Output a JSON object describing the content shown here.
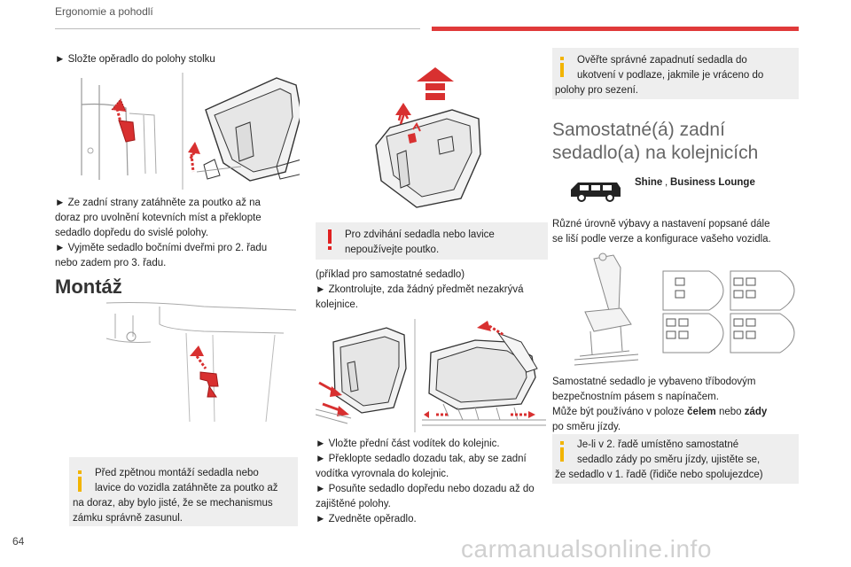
{
  "header": {
    "title": "Ergonomie a pohodlí",
    "accent_color": "#e03a3a"
  },
  "page_number": "64",
  "col1": {
    "step_fold": "► Složte opěradlo do polohy stolku",
    "step_pull_1": "► Ze zadní strany zatáhněte za poutko až na",
    "step_pull_2": "doraz pro uvolnění kotevních míst a překlopte",
    "step_pull_3": "sedadlo dopředu do svislé polohy.",
    "step_remove_1": "► Vyjměte sedadlo bočními dveřmi pro 2. řadu",
    "step_remove_2": "nebo zadem pro 3. řadu.",
    "heading_montaz": "Montáž",
    "note_1": "Před zpětnou montáží sedadla nebo",
    "note_2": "lavice do vozidla zatáhněte za poutko až",
    "note_3": "na doraz, aby bylo jisté, že se mechanismus",
    "note_4": "zámku správně zasunul."
  },
  "col2": {
    "warning_1": "Pro zdvihání sedadla nebo lavice",
    "warning_2": "nepoužívejte poutko.",
    "example": "(příklad pro samostatné sedadlo)",
    "check_1": "► Zkontrolujte, zda žádný předmět nezakrývá",
    "check_2": "kolejnice.",
    "install_1": "► Vložte přední část vodítek do kolejnic.",
    "install_2": "► Překlopte sedadlo dozadu tak, aby se zadní",
    "install_3": "vodítka vyrovnala do kolejnic.",
    "install_4": "► Posuňte sedadlo dopředu nebo dozadu až do",
    "install_5": "zajištěné polohy.",
    "install_6": "► Zvedněte opěradlo."
  },
  "col3": {
    "note_1": "Ověřte správné zapadnutí sedadla do",
    "note_2": "ukotvení v podlaze, jakmile je vráceno do",
    "note_3": "polohy pro sezení.",
    "section_title_1": "Samostatné(á) zadní",
    "section_title_2": "sedadlo(a) na kolejnicích",
    "versions_a": "Shine",
    "versions_sep": ", ",
    "versions_b": "Business Lounge",
    "intro_1": "Různé úrovně výbavy a nastavení popsané dále",
    "intro_2": "se liší podle verze a konfigurace vašeho vozidla.",
    "belt_1": "Samostatné sedadlo je vybaveno tříbodovým",
    "belt_2": "bezpečnostním pásem s napínačem.",
    "pos_a": "Může být používáno v poloze ",
    "pos_b": "čelem",
    "pos_c": " nebo ",
    "pos_d": "zády",
    "pos_e": "po směru jízdy.",
    "note2_1": "Je-li v 2. řadě umístěno samostatné",
    "note2_2": "sedadlo zády po směru jízdy, ujistěte se,",
    "note2_3": "že sedadlo v 1. řadě (řidiče nebo spolujezdce)"
  },
  "watermark": "carmanualsonline.info",
  "colors": {
    "info_bar": "#f2b400",
    "warning_mark": "#e02020",
    "box_bg": "#eeeeee"
  }
}
